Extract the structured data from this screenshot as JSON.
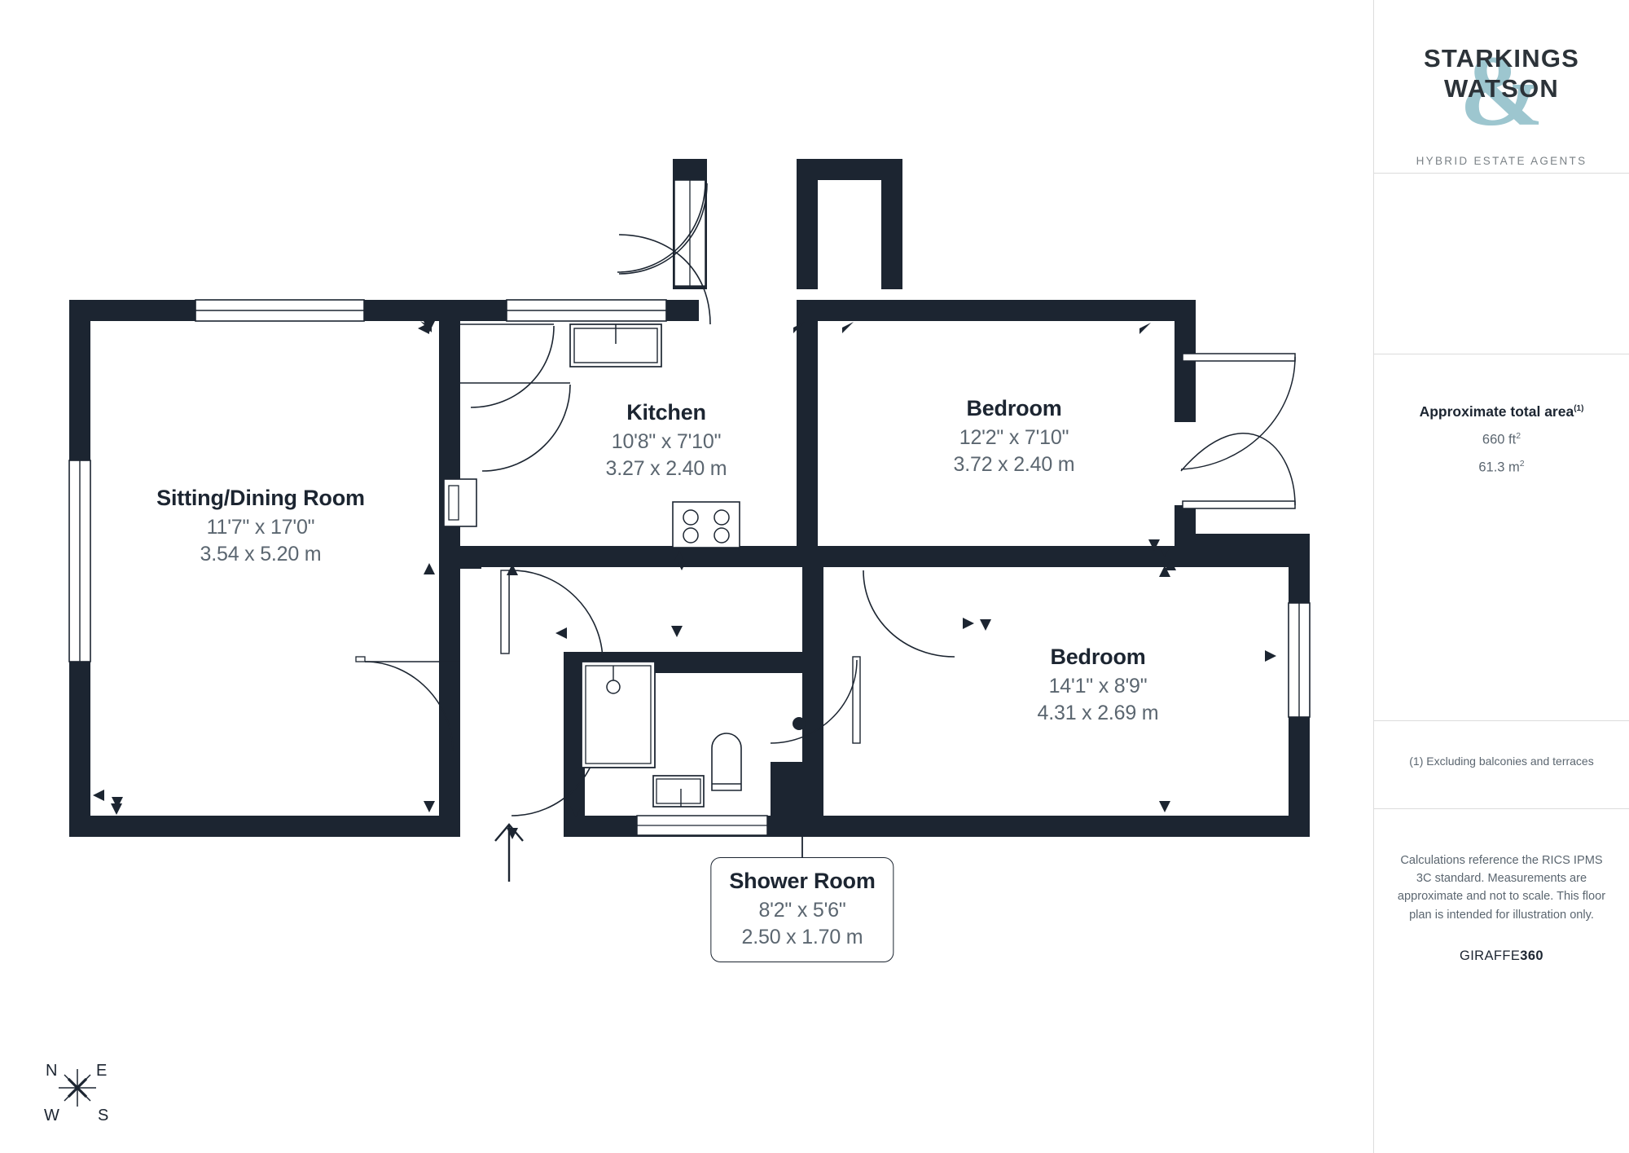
{
  "sidebar": {
    "logo": {
      "ampersand": "&",
      "line1": "STARKINGS",
      "line2": "WATSON",
      "tagline": "HYBRID ESTATE AGENTS"
    },
    "area": {
      "title": "Approximate total area",
      "title_superscript": "(1)",
      "imperial_value": "660 ft",
      "imperial_sup": "2",
      "metric_value": "61.3 m",
      "metric_sup": "2"
    },
    "footnote": "(1) Excluding balconies and terraces",
    "disclaimer": "Calculations reference the RICS IPMS 3C standard. Measurements are approximate and not to scale. This floor plan is intended for illustration only.",
    "brand_prefix": "GIRAFFE",
    "brand_suffix": "360"
  },
  "compass": {
    "north": "N",
    "east": "E",
    "west": "W",
    "south": "S"
  },
  "rooms": [
    {
      "id": "sitting-dining-room",
      "name": "Sitting/Dining Room",
      "imperial": "11'7\" x 17'0\"",
      "metric": "3.54 x 5.20 m"
    },
    {
      "id": "kitchen",
      "name": "Kitchen",
      "imperial": "10'8\" x 7'10\"",
      "metric": "3.27 x 2.40 m"
    },
    {
      "id": "bedroom-1",
      "name": "Bedroom",
      "imperial": "12'2\" x 7'10\"",
      "metric": "3.72 x 2.40 m"
    },
    {
      "id": "bedroom-2",
      "name": "Bedroom",
      "imperial": "14'1\" x 8'9\"",
      "metric": "4.31 x 2.69 m"
    },
    {
      "id": "shower-room",
      "name": "Shower Room",
      "imperial": "8'2\" x 5'6\"",
      "metric": "2.50 x 1.70 m"
    }
  ],
  "colors": {
    "wall": "#1c2531",
    "text_primary": "#1c2531",
    "text_secondary": "#5b6670",
    "accent_teal": "#9dc6cf",
    "divider": "#dcdcdc",
    "background": "#ffffff"
  }
}
